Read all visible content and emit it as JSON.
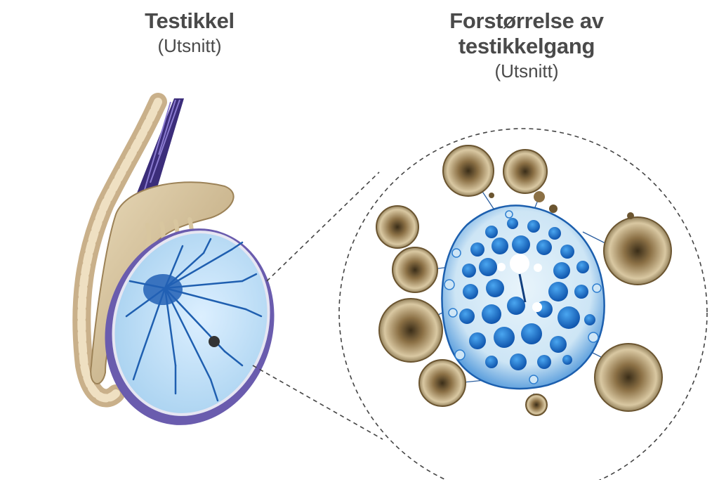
{
  "testicle_label": {
    "title": "Testikkel",
    "subtitle": "(Utsnitt)"
  },
  "magnification_label": {
    "title_line1": "Forstørrelse av",
    "title_line2": "testikkelgang",
    "subtitle": "(Utsnitt)"
  },
  "colors": {
    "text": "#4a4a4a",
    "tubule_blue": "#2f7fd0",
    "tubule_light": "#cfe6f6",
    "duct_tan": "#c9b38a",
    "duct_dark": "#5b4a2c",
    "vessel_purple": "#3b2d7a",
    "callout_line": "#444444"
  }
}
